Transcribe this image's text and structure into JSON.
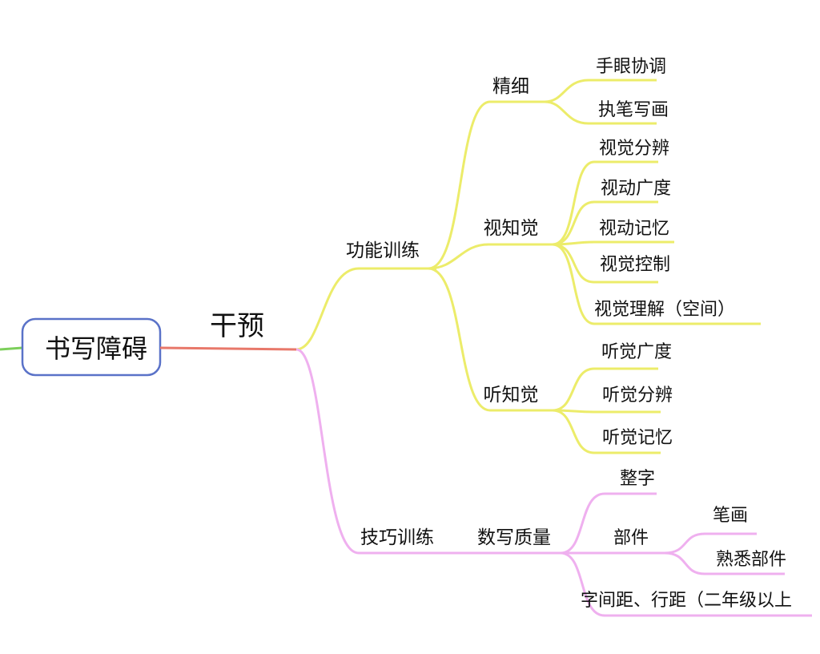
{
  "colors": {
    "root_border": "#5a72c8",
    "left_stub": "#7ccf5a",
    "main_branch": "#e8786a",
    "yellow_branch": "#ecec6a",
    "pink_branch": "#efb0ef",
    "text": "#111111"
  },
  "mindmap": {
    "root": "书写障碍",
    "main": "干预",
    "branches": [
      {
        "label": "功能训练",
        "children": [
          {
            "label": "精细",
            "children": [
              "手眼协调",
              "执笔写画"
            ]
          },
          {
            "label": "视知觉",
            "children": [
              "视觉分辨",
              "视动广度",
              "视动记忆",
              "视觉控制",
              "视觉理解（空间）"
            ]
          },
          {
            "label": "听知觉",
            "children": [
              "听觉广度",
              "听觉分辨",
              "听觉记忆"
            ]
          }
        ]
      },
      {
        "label": "技巧训练",
        "children": [
          {
            "label": "数写质量",
            "children": [
              {
                "label": "整字"
              },
              {
                "label": "部件",
                "children": [
                  "笔画",
                  "熟悉部件"
                ]
              },
              {
                "label": "字间距、行距（二年级以上"
              }
            ]
          }
        ]
      }
    ]
  }
}
